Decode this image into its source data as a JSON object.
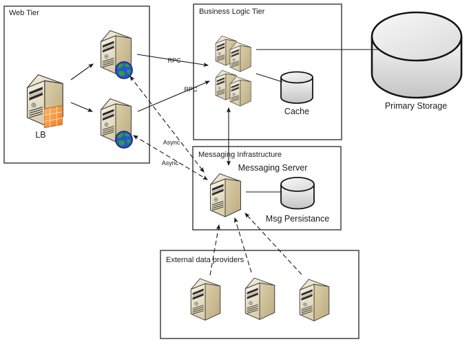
{
  "diagram": {
    "type": "architecture-diagram",
    "boxes": [
      {
        "id": "web-tier",
        "title": "Web Tier"
      },
      {
        "id": "business-logic-tier",
        "title": "Business Logic Tier"
      },
      {
        "id": "messaging-infrastructure",
        "title": "Messaging Infrastructure"
      },
      {
        "id": "external-data-providers",
        "title": "External data providers"
      }
    ],
    "nodes": [
      {
        "id": "load-balancer",
        "label": "LB",
        "box": "web-tier",
        "icon": "server-icon+firewall-icon"
      },
      {
        "id": "web-server-1",
        "label": "",
        "box": "web-tier",
        "icon": "server-icon+globe-icon"
      },
      {
        "id": "web-server-2",
        "label": "",
        "box": "web-tier",
        "icon": "server-icon+globe-icon"
      },
      {
        "id": "app-server-cluster",
        "label": "",
        "box": "business-logic-tier",
        "icon": "server-stack-icon"
      },
      {
        "id": "cache",
        "label": "Cache",
        "box": "business-logic-tier",
        "icon": "database-cylinder-icon"
      },
      {
        "id": "primary-storage",
        "label": "Primary Storage",
        "box": "",
        "icon": "database-cylinder-icon"
      },
      {
        "id": "messaging-server",
        "label": "Messaging Server",
        "box": "messaging-infrastructure",
        "icon": "server-icon"
      },
      {
        "id": "msg-persistance",
        "label": "Msg Persistance",
        "box": "messaging-infrastructure",
        "icon": "database-cylinder-icon"
      },
      {
        "id": "external-server-1",
        "label": "",
        "box": "external-data-providers",
        "icon": "server-icon"
      },
      {
        "id": "external-server-2",
        "label": "",
        "box": "external-data-providers",
        "icon": "server-icon"
      },
      {
        "id": "external-server-3",
        "label": "",
        "box": "external-data-providers",
        "icon": "server-icon"
      }
    ],
    "edges": [
      {
        "from": "load-balancer",
        "to": "web-server-1",
        "style": "solid",
        "arrows": "end",
        "label": ""
      },
      {
        "from": "load-balancer",
        "to": "web-server-2",
        "style": "solid",
        "arrows": "end",
        "label": ""
      },
      {
        "from": "web-server-1",
        "to": "app-server-cluster",
        "style": "solid",
        "arrows": "end",
        "label": "RPC"
      },
      {
        "from": "web-server-2",
        "to": "app-server-cluster",
        "style": "solid",
        "arrows": "end",
        "label": "RPC"
      },
      {
        "from": "app-server-cluster",
        "to": "messaging-server",
        "style": "solid",
        "arrows": "both",
        "label": ""
      },
      {
        "from": "app-server-cluster",
        "to": "primary-storage",
        "style": "solid",
        "arrows": "none",
        "label": ""
      },
      {
        "from": "app-server-cluster",
        "to": "cache",
        "style": "solid",
        "arrows": "none",
        "label": ""
      },
      {
        "from": "messaging-server",
        "to": "msg-persistance",
        "style": "solid",
        "arrows": "none",
        "label": ""
      },
      {
        "from": "web-server-1",
        "to": "messaging-server",
        "style": "dashed",
        "arrows": "both",
        "label": "Async"
      },
      {
        "from": "web-server-2",
        "to": "messaging-server",
        "style": "dashed",
        "arrows": "both",
        "label": "Async"
      },
      {
        "from": "external-server-1",
        "to": "messaging-server",
        "style": "dashed",
        "arrows": "end",
        "label": ""
      },
      {
        "from": "external-server-2",
        "to": "messaging-server",
        "style": "dashed",
        "arrows": "end",
        "label": ""
      },
      {
        "from": "external-server-3",
        "to": "messaging-server",
        "style": "dashed",
        "arrows": "end",
        "label": ""
      }
    ],
    "colors": {
      "background": "#ffffff",
      "box_border": "#4d4d4d",
      "line": "#161616",
      "text": "#1a1a1a",
      "server_front": "#f2ecda",
      "server_side": "#cdbd95",
      "server_top": "#ece4ca",
      "firewall_orange": "#f79646",
      "globe_ocean": "#2956cc",
      "globe_land": "#2f9e3d",
      "cylinder_gray": "#e6e6e6"
    }
  }
}
